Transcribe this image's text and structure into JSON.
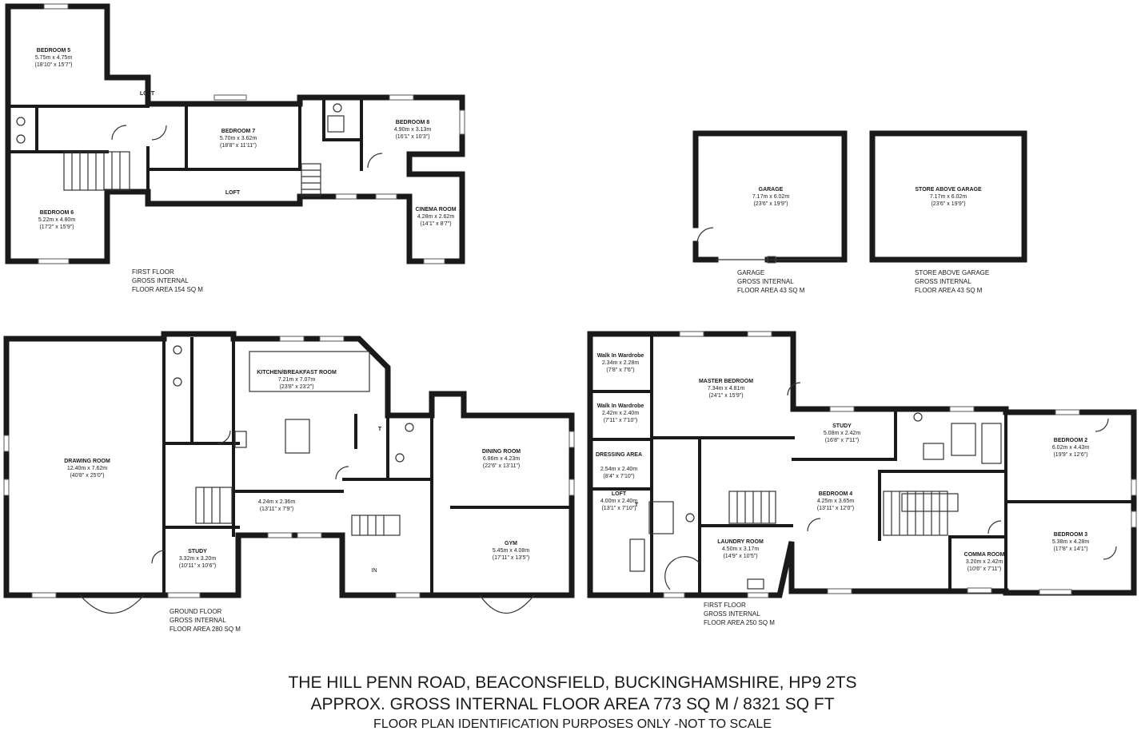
{
  "first_floor_upper": {
    "rooms": [
      {
        "name": "BEDROOM 5",
        "metric": "5.75m x 4.75m",
        "imperial": "(18'10\" x 15'7\")"
      },
      {
        "name": "LOFT",
        "metric": "",
        "imperial": ""
      },
      {
        "name": "BEDROOM 7",
        "metric": "5.70m x 3.62m",
        "imperial": "(18'8\" x 11'11\")"
      },
      {
        "name": "BEDROOM 8",
        "metric": "4.90m x 3.13m",
        "imperial": "(16'1\" x 10'3\")"
      },
      {
        "name": "BEDROOM 6",
        "metric": "5.22m x 4.80m",
        "imperial": "(17'2\" x 15'9\")"
      },
      {
        "name": "LOFT",
        "metric": "",
        "imperial": ""
      },
      {
        "name": "CINEMA ROOM",
        "metric": "4.28m x 2.62m",
        "imperial": "(14'1\" x 8'7\")"
      }
    ],
    "caption": [
      "FIRST FLOOR",
      "GROSS INTERNAL",
      "FLOOR AREA 154 SQ M"
    ]
  },
  "garage": {
    "rooms": [
      {
        "name": "GARAGE",
        "metric": "7.17m x 6.02m",
        "imperial": "(23'6\" x 19'9\")"
      }
    ],
    "caption": [
      "GARAGE",
      "GROSS INTERNAL",
      "FLOOR AREA 43 SQ M"
    ]
  },
  "store": {
    "rooms": [
      {
        "name": "STORE ABOVE GARAGE",
        "metric": "7.17m x 6.02m",
        "imperial": "(23'6\" x 19'9\")"
      }
    ],
    "caption": [
      "STORE ABOVE GARAGE",
      "GROSS INTERNAL",
      "FLOOR AREA 43 SQ M"
    ]
  },
  "ground_floor": {
    "rooms": [
      {
        "name": "DRAWING ROOM",
        "metric": "12.40m x 7.62m",
        "imperial": "(40'8\" x 25'0\")"
      },
      {
        "name": "KITCHEN/BREAKFAST ROOM",
        "metric": "7.21m x 7.07m",
        "imperial": "(23'8\" x 23'2\")"
      },
      {
        "name": "DINING ROOM",
        "metric": "6.86m x 4.23m",
        "imperial": "(22'6\" x 13'11\")"
      },
      {
        "name": "",
        "metric": "4.24m x 2.36m",
        "imperial": "(13'11\" x 7'9\")"
      },
      {
        "name": "GYM",
        "metric": "5.45m x 4.08m",
        "imperial": "(17'11\" x 13'5\")"
      },
      {
        "name": "STUDY",
        "metric": "3.32m x 3.20m",
        "imperial": "(10'11\" x 10'6\")"
      }
    ],
    "marks": {
      "t": "T",
      "in": "IN"
    },
    "caption": [
      "GROUND FLOOR",
      "GROSS INTERNAL",
      "FLOOR AREA 280 SQ M"
    ]
  },
  "first_floor_main": {
    "rooms": [
      {
        "name": "Walk In Wardrobe",
        "metric": "2.34m x 2.28m",
        "imperial": "(7'8\" x 7'6\")"
      },
      {
        "name": "Walk In Wardrobe",
        "metric": "2.42m x 2.40m",
        "imperial": "(7'11\" x 7'10\")"
      },
      {
        "name": "MASTER BEDROOM",
        "metric": "7.34m x 4.81m",
        "imperial": "(24'1\" x 15'9\")"
      },
      {
        "name": "DRESSING AREA",
        "metric": "2.54m x 2.40m",
        "imperial": "(8'4\" x 7'10\")"
      },
      {
        "name": "STUDY",
        "metric": "5.08m x 2.42m",
        "imperial": "(16'8\" x 7'11\")"
      },
      {
        "name": "BEDROOM 2",
        "metric": "6.02m x 4.43m",
        "imperial": "(19'9\" x 12'6\")"
      },
      {
        "name": "LOFT",
        "metric": "4.00m x 2.40m",
        "imperial": "(13'1\" x 7'10\")"
      },
      {
        "name": "BEDROOM 4",
        "metric": "4.25m x 3.65m",
        "imperial": "(13'11\" x 12'0\")"
      },
      {
        "name": "LAUNDRY ROOM",
        "metric": "4.50m x 3.17m",
        "imperial": "(14'9\" x 10'5\")"
      },
      {
        "name": "BEDROOM 3",
        "metric": "5.38m x 4.28m",
        "imperial": "(17'8\" x 14'1\")"
      },
      {
        "name": "COMMA ROOM",
        "metric": "3.20m x 2.42m",
        "imperial": "(10'6\" x 7'11\")"
      }
    ],
    "marks": {
      "t": "T"
    },
    "caption": [
      "FIRST FLOOR",
      "GROSS INTERNAL",
      "FLOOR AREA 250 SQ M"
    ]
  },
  "footer": {
    "line1": "THE HILL PENN ROAD, BEACONSFIELD, BUCKINGHAMSHIRE, HP9 2TS",
    "line2": "APPROX. GROSS INTERNAL FLOOR AREA 773 SQ M / 8321 SQ FT",
    "line3": "FLOOR PLAN IDENTIFICATION PURPOSES ONLY -NOT TO SCALE"
  }
}
